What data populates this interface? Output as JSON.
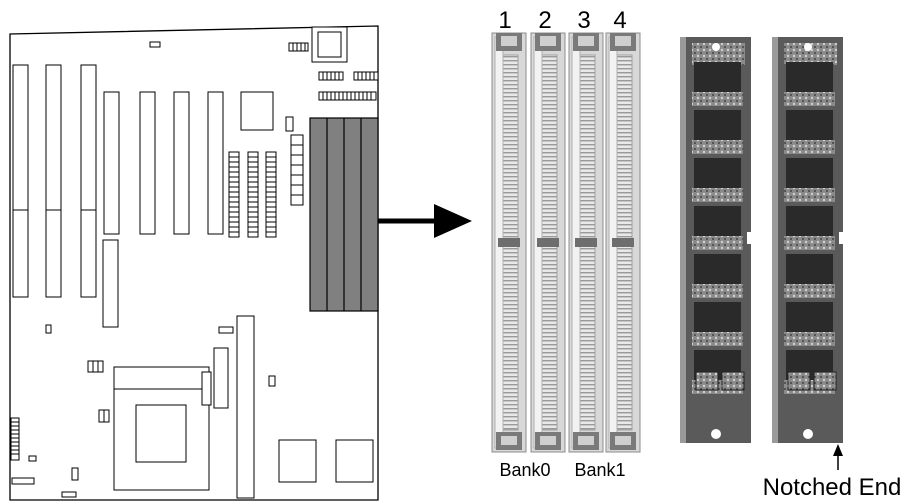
{
  "slot_numbers": [
    "1",
    "2",
    "3",
    "4"
  ],
  "bank_labels": [
    "Bank0",
    "Bank1"
  ],
  "notched_end_label": "Notched End",
  "colors": {
    "board_outline": "#000000",
    "simm_socket_highlight": "#808080",
    "arrow": "#000000",
    "socket_frame": "#dcdcdc",
    "module_pcb": "#5a5a5a",
    "memory_chip": "#2a2a2a"
  },
  "icons": [
    "motherboard-outline",
    "arrow-right-icon",
    "simm-socket",
    "simm-module",
    "arrow-up-icon"
  ]
}
